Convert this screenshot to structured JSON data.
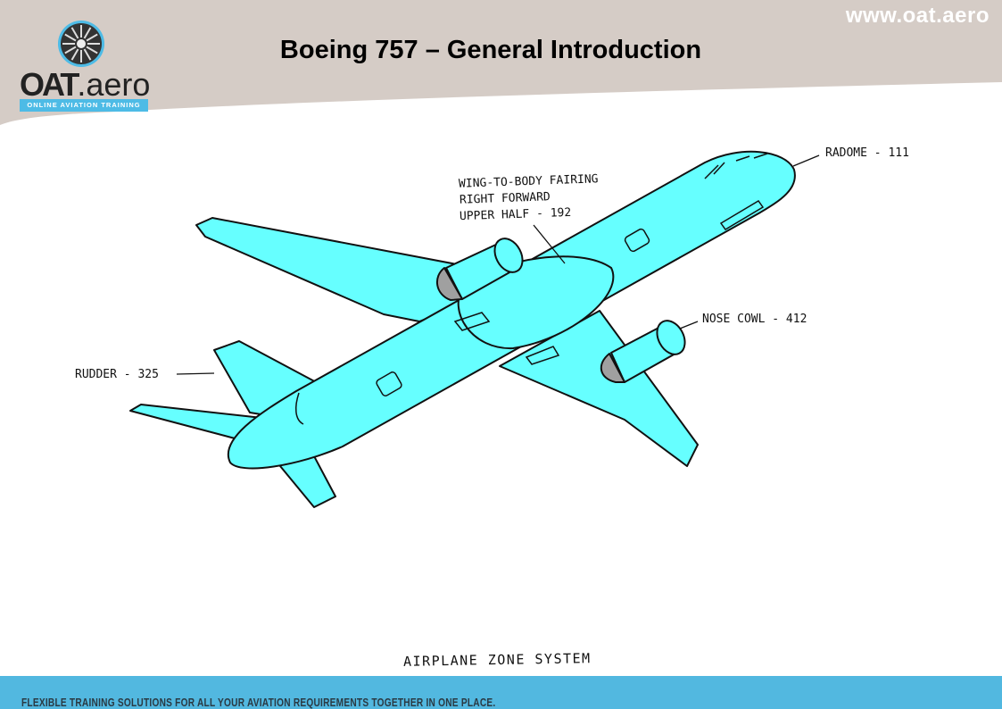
{
  "header": {
    "site_url": "www.oat.aero",
    "title": "Boeing 757 – General Introduction",
    "logo": {
      "brand": "OAT",
      "suffix": ".aero",
      "tagline": "ONLINE AVIATION TRAINING"
    }
  },
  "diagram": {
    "labels": {
      "radome": "RADOME - 111",
      "wing_fairing_line1": "WING-TO-BODY FAIRING",
      "wing_fairing_line2": "RIGHT FORWARD",
      "wing_fairing_line3": "UPPER HALF - 192",
      "nose_cowl": "NOSE COWL - 412",
      "rudder": "RUDDER - 325"
    },
    "caption": "AIRPLANE ZONE SYSTEM",
    "colors": {
      "fill": "#66ffff",
      "outline": "#111111",
      "cowl": "#a0a0a0"
    }
  },
  "footer": {
    "text": "FLEXIBLE TRAINING SOLUTIONS FOR ALL YOUR AVIATION REQUIREMENTS TOGETHER IN ONE PLACE."
  }
}
